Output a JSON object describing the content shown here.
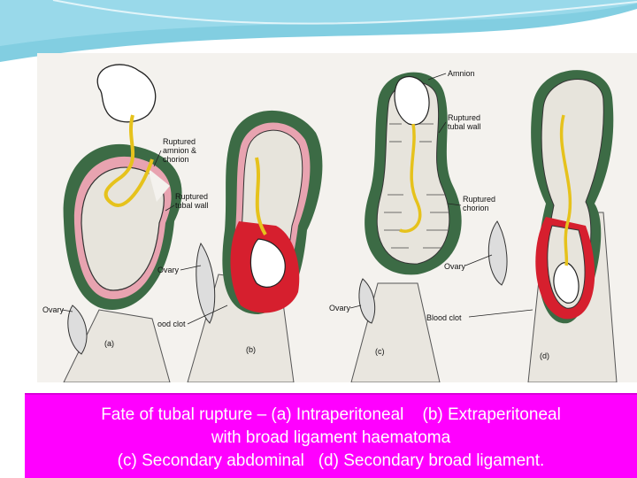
{
  "slide": {
    "caption_lines": [
      "Fate of tubal rupture – (a) Intraperitoneal    (b) Extraperitoneal",
      "with broad ligament haematoma",
      "(c) Secondary abdominal   (d) Secondary broad ligament."
    ],
    "colors": {
      "caption_bg": "#ff00ff",
      "caption_text": "#ffffff",
      "teal_band": "#6cc6dc",
      "tube_wall": "#3c6b45",
      "blood": "#d61f2e",
      "pink_layer": "#e8a3b0",
      "cord": "#e6c21c"
    }
  },
  "figure": {
    "labels": {
      "ruptured_amnion_chorion": [
        "Ruptured",
        "amnion &",
        "chorion"
      ],
      "ruptured_tubal_wall_b": [
        "Ruptured",
        "tubal wall"
      ],
      "ovary_a": "Ovary",
      "ovary_b": "Ovary",
      "blood_clot_b": "ood clot",
      "panel_a": "(a)",
      "panel_b": "(b)",
      "amnion": "Amnion",
      "ruptured_tubal_wall_c": [
        "Ruptured",
        "tubal wall"
      ],
      "ruptured_chorion": [
        "Ruptured",
        "chorion"
      ],
      "ovary_c": "Ovary",
      "panel_c": "(c)",
      "ovary_d": "Ovary",
      "blood_clot_d": "Blood clot",
      "panel_d": "(d)"
    }
  }
}
